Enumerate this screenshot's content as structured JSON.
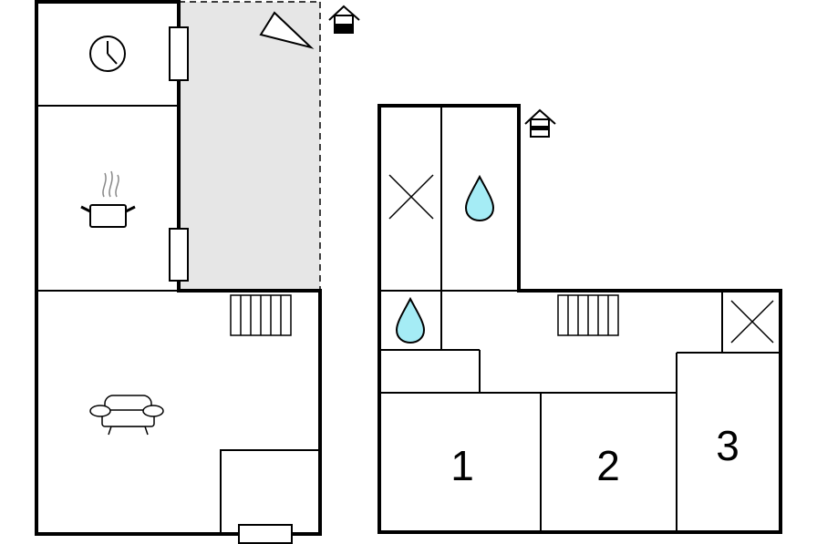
{
  "floors": [
    {
      "id": "ground-floor",
      "rooms": [
        {
          "id": "entry",
          "icon": "clock-icon"
        },
        {
          "id": "kitchen",
          "icon": "cooking-pot-icon"
        },
        {
          "id": "living-room",
          "icon": "sofa-icon"
        },
        {
          "id": "terrace",
          "icon": "sunshade-icon"
        }
      ],
      "compass_icon": "house-orientation-icon",
      "stairs_icon": "stairs-icon"
    },
    {
      "id": "upper-floor",
      "rooms": [
        {
          "id": "storage",
          "icon": "cross-icon"
        },
        {
          "id": "bathroom",
          "icon": "water-drop-icon"
        },
        {
          "id": "toilet",
          "icon": "water-drop-icon"
        },
        {
          "id": "closet",
          "icon": "cross-icon"
        },
        {
          "id": "bedroom-1",
          "label": "1"
        },
        {
          "id": "bedroom-2",
          "label": "2"
        },
        {
          "id": "bedroom-3",
          "label": "3"
        }
      ],
      "compass_icon": "house-orientation-icon",
      "stairs_icon": "stairs-icon"
    }
  ],
  "colors": {
    "wall": "#000000",
    "terrace_fill": "#e6e6e6",
    "water": "#a5ecf5",
    "background": "#ffffff"
  }
}
